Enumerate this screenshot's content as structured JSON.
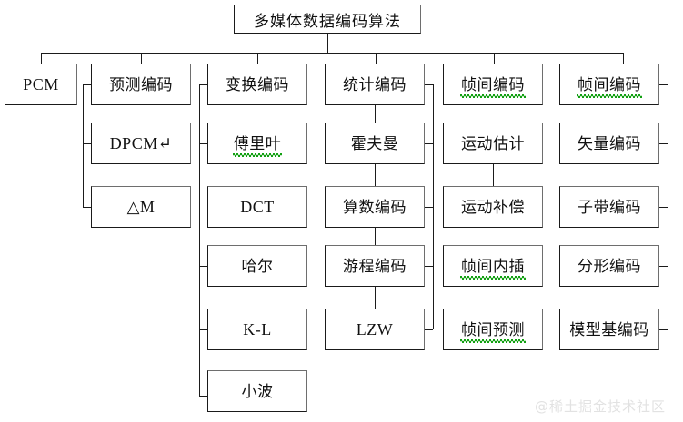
{
  "diagram": {
    "title": "多媒体数据编码算法",
    "root": {
      "label": "多媒体数据编码算法"
    },
    "columns": [
      {
        "id": "pcm",
        "header": "PCM",
        "nodes": [
          {
            "label": "PCM",
            "script": "latin",
            "spellcheck_underline": false
          }
        ]
      },
      {
        "id": "predictive-coding",
        "header": "预测编码",
        "nodes": [
          {
            "label": "预测编码",
            "script": "cjk",
            "spellcheck_underline": false
          },
          {
            "label": "DPCM↵",
            "script": "latin",
            "spellcheck_underline": false
          },
          {
            "label": "△M",
            "script": "latin",
            "spellcheck_underline": false
          }
        ]
      },
      {
        "id": "transform-coding",
        "header": "变换编码",
        "nodes": [
          {
            "label": "变换编码",
            "script": "cjk",
            "spellcheck_underline": false
          },
          {
            "label": "傅里叶",
            "script": "cjk",
            "spellcheck_underline": true
          },
          {
            "label": "DCT",
            "script": "latin",
            "spellcheck_underline": false
          },
          {
            "label": "哈尔",
            "script": "cjk",
            "spellcheck_underline": false
          },
          {
            "label": "K-L",
            "script": "latin",
            "spellcheck_underline": false
          },
          {
            "label": "小波",
            "script": "cjk",
            "spellcheck_underline": false
          }
        ]
      },
      {
        "id": "statistical-coding",
        "header": "统计编码",
        "nodes": [
          {
            "label": "统计编码",
            "script": "cjk",
            "spellcheck_underline": false
          },
          {
            "label": "霍夫曼",
            "script": "cjk",
            "spellcheck_underline": false
          },
          {
            "label": "算数编码",
            "script": "cjk",
            "spellcheck_underline": false
          },
          {
            "label": "游程编码",
            "script": "cjk",
            "spellcheck_underline": false
          },
          {
            "label": "LZW",
            "script": "latin",
            "spellcheck_underline": false
          }
        ]
      },
      {
        "id": "intraframe-coding",
        "header": "帧间编码",
        "nodes": [
          {
            "label": "帧间编码",
            "script": "cjk",
            "spellcheck_underline": true
          },
          {
            "label": "运动估计",
            "script": "cjk",
            "spellcheck_underline": false
          },
          {
            "label": "运动补偿",
            "script": "cjk",
            "spellcheck_underline": false
          },
          {
            "label": "帧间内插",
            "script": "cjk",
            "spellcheck_underline": true
          },
          {
            "label": "帧间预测",
            "script": "cjk",
            "spellcheck_underline": true
          }
        ]
      },
      {
        "id": "interframe-coding",
        "header": "帧间编码",
        "nodes": [
          {
            "label": "帧间编码",
            "script": "cjk",
            "spellcheck_underline": true
          },
          {
            "label": "矢量编码",
            "script": "cjk",
            "spellcheck_underline": false
          },
          {
            "label": "子带编码",
            "script": "cjk",
            "spellcheck_underline": false
          },
          {
            "label": "分形编码",
            "script": "cjk",
            "spellcheck_underline": false
          },
          {
            "label": "模型基编码",
            "script": "cjk",
            "spellcheck_underline": false
          }
        ]
      }
    ]
  },
  "watermark": {
    "text": "@稀土掘金技术社区"
  },
  "colors": {
    "background": "#ffffff",
    "box_border": "#1a1a1a",
    "box_border_light": "#6e6e6e",
    "line": "#1b1b1b",
    "text": "#111111",
    "spellcheck": "#12a012",
    "watermark": "#e2e2e2"
  }
}
